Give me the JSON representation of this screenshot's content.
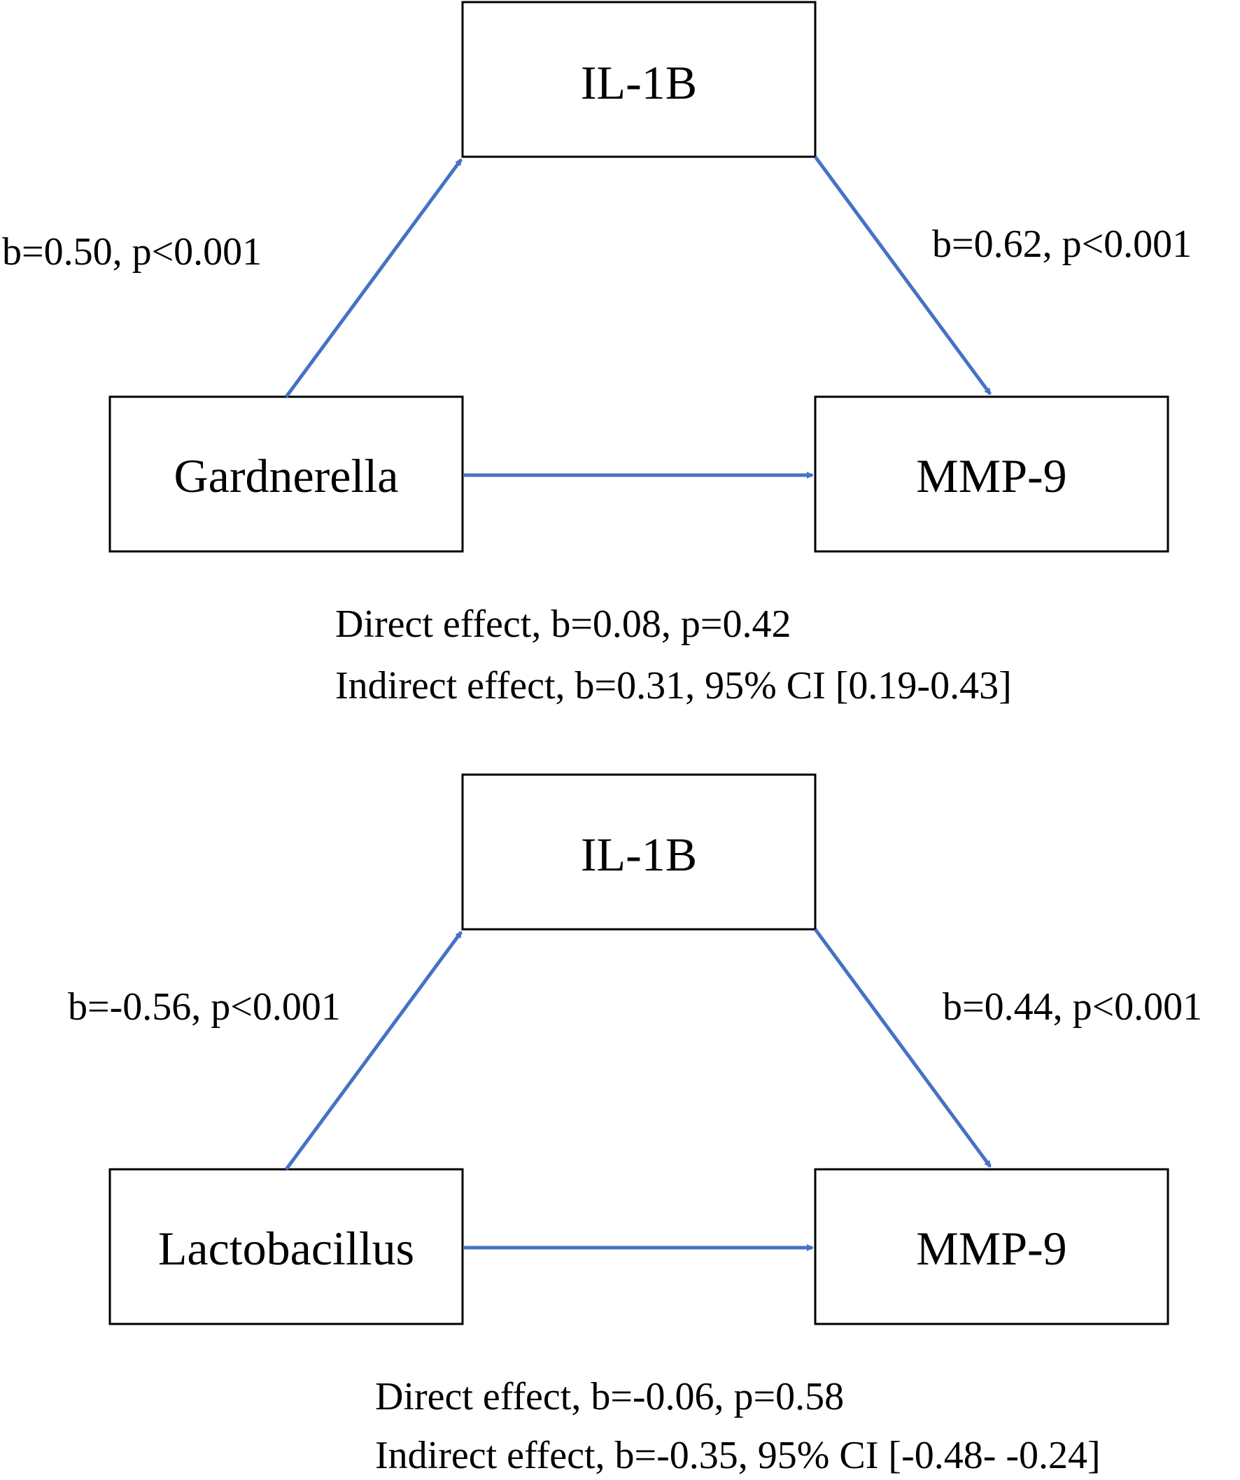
{
  "colors": {
    "arrow": "#4472c4",
    "box_border": "#000000",
    "text": "#000000"
  },
  "panels": [
    {
      "mediator": "IL-1B",
      "predictor": "Gardnerella",
      "outcome": "MMP-9",
      "path_a_label": "b=0.50, p<0.001",
      "path_b_label": "b=0.62, p<0.001",
      "direct_effect": "Direct effect, b=0.08, p=0.42",
      "indirect_effect": "Indirect effect, b=0.31, 95% CI [0.19-0.43]"
    },
    {
      "mediator": "IL-1B",
      "predictor": "Lactobacillus",
      "outcome": "MMP-9",
      "path_a_label": "b=-0.56, p<0.001",
      "path_b_label": "b=0.44, p<0.001",
      "direct_effect": "Direct effect, b=-0.06, p=0.58",
      "indirect_effect": "Indirect effect, b=-0.35, 95% CI [-0.48- -0.24]"
    }
  ]
}
